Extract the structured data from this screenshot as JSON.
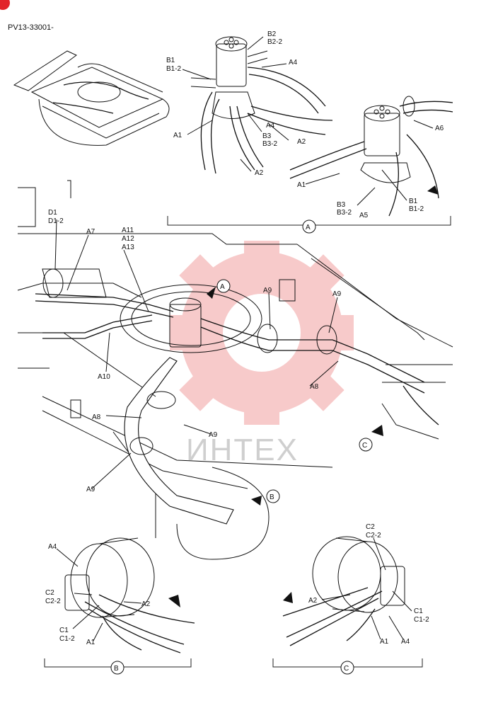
{
  "header": {
    "code": "PV13-33001-"
  },
  "watermark": {
    "text": "ИНТЕХ",
    "color": "#f2a0a0"
  },
  "views": {
    "a": "A",
    "b": "B",
    "c": "C"
  },
  "detail_a_left": {
    "labels": {
      "b2": "B2",
      "b2_2": "B2-2",
      "b1": "B1",
      "b1_2": "B1-2",
      "a4_top": "A4",
      "a4": "A4",
      "a1": "A1",
      "b3": "B3",
      "b3_2": "B3-2",
      "a2": "A2",
      "a2_low": "A2"
    }
  },
  "detail_a_right": {
    "labels": {
      "a6": "A6",
      "a1": "A1",
      "b3": "B3",
      "b3_2": "B3-2",
      "a5": "A5",
      "b1": "B1",
      "b1_2": "B1-2"
    }
  },
  "main": {
    "labels": {
      "d1": "D1",
      "d1_2": "D1-2",
      "a7": "A7",
      "a11": "A11",
      "a12": "A12",
      "a13": "A13",
      "a9_left": "A9",
      "a9_right": "A9",
      "a10": "A10",
      "a8_left": "A8",
      "a8_right": "A8",
      "a9_mid": "A9",
      "a9_low": "A9"
    }
  },
  "detail_b": {
    "labels": {
      "a4": "A4",
      "c2": "C2",
      "c2_2": "C2-2",
      "a2": "A2",
      "c1": "C1",
      "c1_2": "C1-2",
      "a1": "A1"
    }
  },
  "detail_c": {
    "labels": {
      "c2": "C2",
      "c2_2": "C2-2",
      "a2": "A2",
      "c1": "C1",
      "c1_2": "C1-2",
      "a1": "A1",
      "a4": "A4"
    }
  }
}
